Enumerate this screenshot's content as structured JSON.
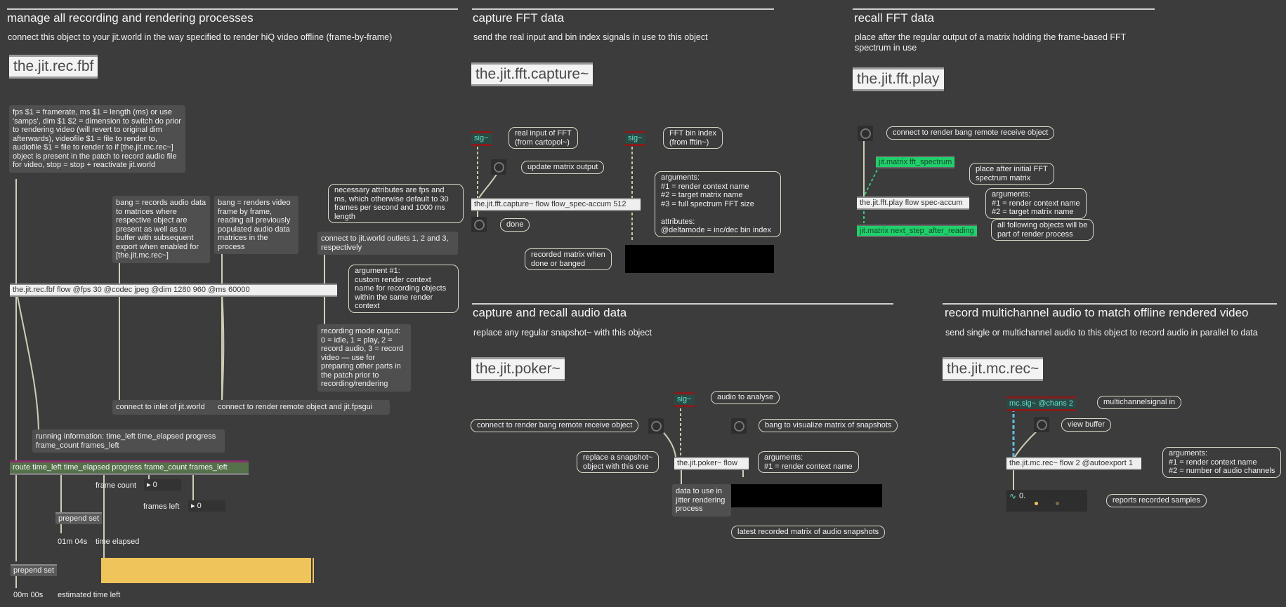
{
  "sections": {
    "rec": {
      "title": "manage all recording and rendering processes",
      "sub": "connect this object to your jit.world in the way specified to render hiQ video offline (frame-by-frame)",
      "bp": "the.jit.rec.fbf"
    },
    "capture": {
      "title": "capture FFT data",
      "sub": "send the real input and bin index signals in use to this object",
      "bp": "the.jit.fft.capture~"
    },
    "recall": {
      "title": "recall FFT data",
      "sub": "place after the regular output of a matrix holding the frame-based FFT spectrum in use",
      "bp": "the.jit.fft.play"
    },
    "poker": {
      "title": "capture and recall audio data",
      "sub": "replace any regular snapshot~ with this object",
      "bp": "the.jit.poker~"
    },
    "mc": {
      "title": "record multichannel audio to match offline rendered video",
      "sub": "send single or multichannel audio to this object to record audio in parallel to data",
      "bp": "the.jit.mc.rec~"
    }
  },
  "rec_patch": {
    "c_fps": "fps $1 = framerate, ms $1 = length (ms) or use 'samps', dim $1 $2 = dimension to switch do prior to rendering video (will revert to original dim afterwards), videofile $1 = file to render to, audiofile $1 = file to render to if [the.jit.mc.rec~] object is present in the patch to record audio file for video, stop = stop + reactivate jit.world",
    "c_bang1": "bang = records audio data to matrices where respective object are present as well as to buffer with subsequent export when enabled for [the.jit.mc.rec~]",
    "c_bang2": "bang = renders video frame by frame, reading all previously populated audio data matrices in the process",
    "b_attrs": "necessary attributes are fps and ms, which otherwise default to 30 frames per second and 1000 ms length",
    "c_outlets": "connect to jit.world outlets 1, 2 and 3, respectively",
    "b_arg": "argument #1:\ncustom render context name for recording objects within the same render context",
    "main_obj": "the.jit.rec.fbf flow @fps 30 @codec jpeg @dim 1280 960 @ms 60000",
    "c_mode": "recording mode output:\n0 = idle, 1 = play, 2 = record audio, 3 = record video — use for preparing other parts in the patch prior to recording/rendering",
    "c_inlet": "connect to inlet of jit.world",
    "c_remote": "connect to render remote object and jit.fpsgui",
    "c_running": "running information: time_left time_elapsed progress frame_count frames_left",
    "route": "route time_left time_elapsed progress frame_count frames_left",
    "frame_count_label": "frame count",
    "frame_count_val": "0",
    "frames_left_label": "frames left",
    "frames_left_val": "0",
    "prepend1": "prepend set",
    "elapsed_val": "01m 04s",
    "elapsed_label": "time elapsed",
    "prepend2": "prepend set",
    "left_val": "00m 00s",
    "left_label": "estimated time left",
    "progress": 0.99
  },
  "capture_patch": {
    "sig1": "sig~",
    "b_real": "real input of FFT\n(from cartopol~)",
    "sig2": "sig~",
    "b_bin": "FFT bin index\n(from fftin~)",
    "b_update": "update matrix output",
    "obj": "the.jit.fft.capture~ flow flow_spec-accum 512",
    "b_args": "arguments:\n#1 = render context name\n#2 = target matrix name\n#3 = full spectrum FFT size\n\nattributes:\n@deltamode = inc/dec bin index",
    "b_done": "done",
    "b_recorded": "recorded matrix when\ndone or banged"
  },
  "recall_patch": {
    "b_connect": "connect to render bang remote receive object",
    "m1": "jit.matrix fft_spectrum",
    "b_place": "place after initial FFT\nspectrum matrix",
    "obj": "the.jit.fft.play flow spec-accum",
    "b_args": "arguments:\n#1 = render context name\n#2 = target matrix name",
    "m2": "jit.matrix next_step_after_reading",
    "b_all": "all following objects will be\npart of render process"
  },
  "poker_patch": {
    "sig": "sig~",
    "b_audio": "audio to analyse",
    "b_connect": "connect to render bang remote receive object",
    "b_viz": "bang to visualize matrix of snapshots",
    "b_replace": "replace a snapshot~\nobject with this one",
    "obj": "the.jit.poker~ flow",
    "b_args": "arguments:\n#1 = render context name",
    "c_data": "data to use in jitter rendering process",
    "b_latest": "latest recorded matrix of audio snapshots"
  },
  "mc_patch": {
    "mcsig": "mc.sig~ @chans 2",
    "b_in": "multichannelsignal in",
    "b_view": "view buffer",
    "obj": "the.jit.mc.rec~ flow 2 @autoexport 1",
    "b_args": "arguments:\n#1 = render context name\n#2 = number of audio channels",
    "meter": "0.",
    "b_reports": "reports recorded samples"
  }
}
